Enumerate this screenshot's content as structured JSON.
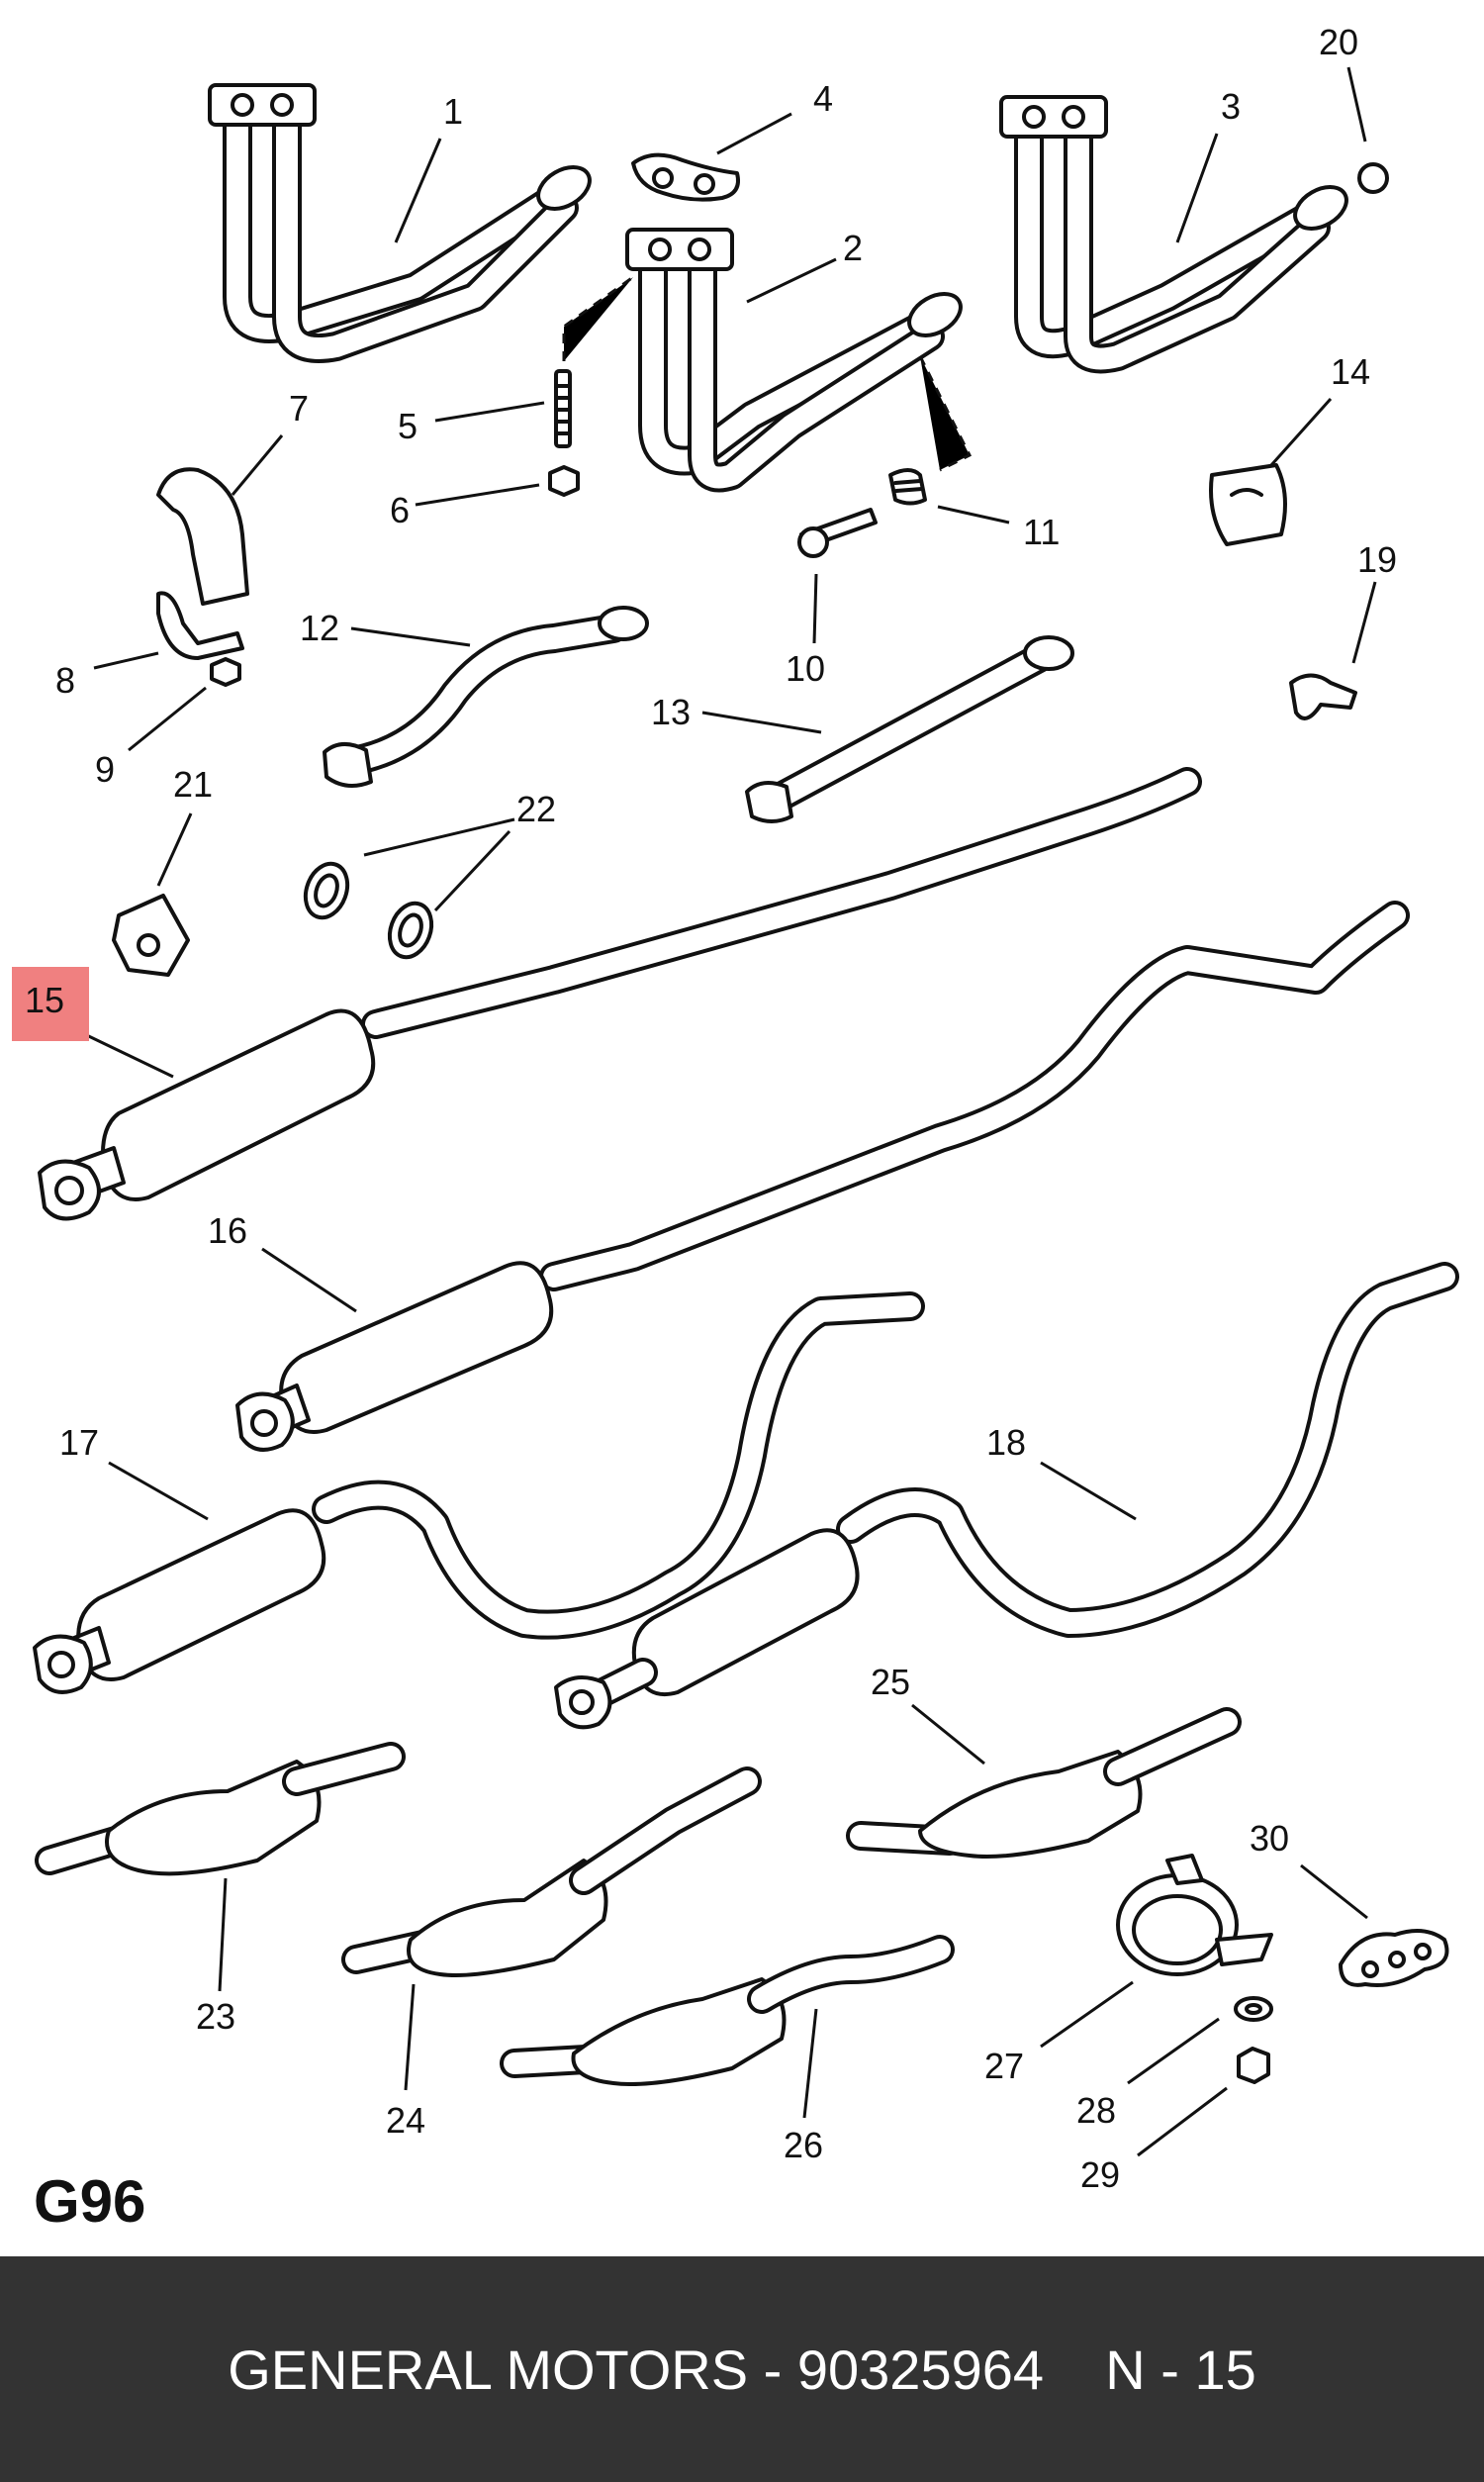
{
  "diagram": {
    "page_code": "G96",
    "highlight_color": "#f08080",
    "highlighted_label": "15",
    "callouts": [
      "1",
      "2",
      "3",
      "4",
      "5",
      "6",
      "7",
      "8",
      "9",
      "10",
      "11",
      "12",
      "13",
      "14",
      "15",
      "16",
      "17",
      "18",
      "19",
      "20",
      "21",
      "22",
      "23",
      "24",
      "25",
      "26",
      "27",
      "28",
      "29",
      "30"
    ]
  },
  "footer": {
    "brand": "GENERAL MOTORS",
    "separator": "-",
    "part_number": "90325964",
    "ref": "N - 15",
    "background": "#333333"
  }
}
